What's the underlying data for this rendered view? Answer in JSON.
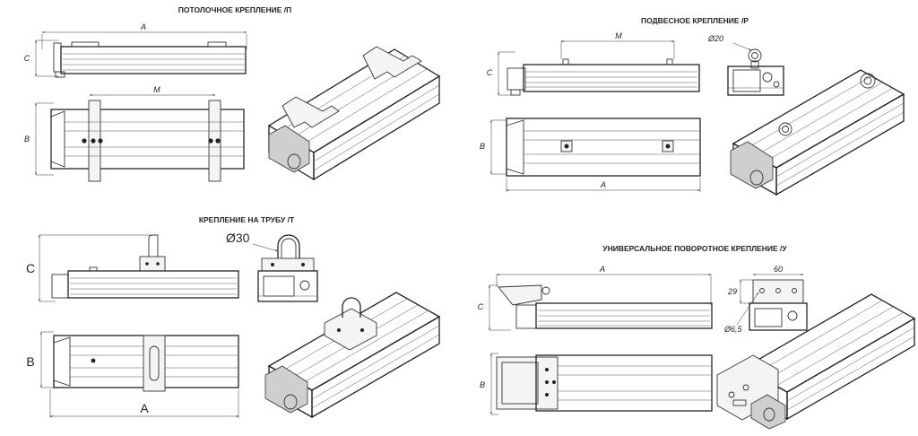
{
  "sections": {
    "ceiling": {
      "title": "ПОТОЛОЧНОЕ КРЕПЛЕНИЕ /П",
      "dim_a": "A",
      "dim_m": "M",
      "dim_c": "C",
      "dim_b": "B"
    },
    "suspended": {
      "title": "ПОДВЕСНОЕ КРЕПЛЕНИЕ /Р",
      "dim_m": "M",
      "dim_c": "C",
      "dim_b": "B",
      "dim_a": "A",
      "dia": "Ø20"
    },
    "pipe": {
      "title": "КРЕПЛЕНИЕ НА ТРУБУ /Т",
      "dim_c": "C",
      "dim_b": "B",
      "dim_a": "A",
      "dia": "Ø30"
    },
    "universal": {
      "title": "УНИВЕРСАЛЬНОЕ ПОВОРОТНОЕ КРЕПЛЕНИЕ /У",
      "dim_a": "A",
      "dim_c": "C",
      "dim_b": "B",
      "dim_60": "60",
      "dim_29": "29",
      "dia": "Ø6,5"
    }
  },
  "colors": {
    "line": "#333333",
    "background": "#ffffff"
  }
}
